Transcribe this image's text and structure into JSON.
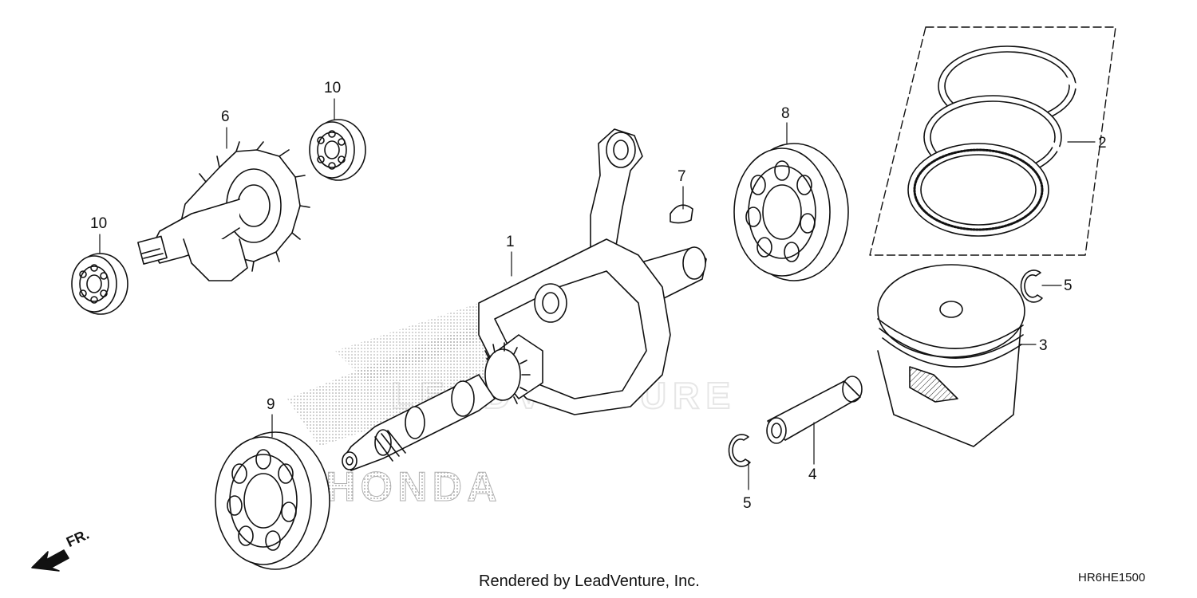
{
  "diagram": {
    "watermark_text": "LEADVENTURE",
    "logo_text": "HONDA",
    "front_indicator": "FR.",
    "footer_credit": "Rendered by LeadVenture, Inc.",
    "diagram_code": "HR6HE1500",
    "callouts": {
      "crankshaft": "1",
      "piston_ring_set": "2",
      "piston": "3",
      "piston_pin": "4",
      "pin_clip_upper": "5",
      "pin_clip_lower": "5",
      "balancer_shaft": "6",
      "woodruff_key": "7",
      "bearing_8": "8",
      "bearing_9": "9",
      "bearing_10_upper": "10",
      "bearing_10_left": "10"
    }
  }
}
